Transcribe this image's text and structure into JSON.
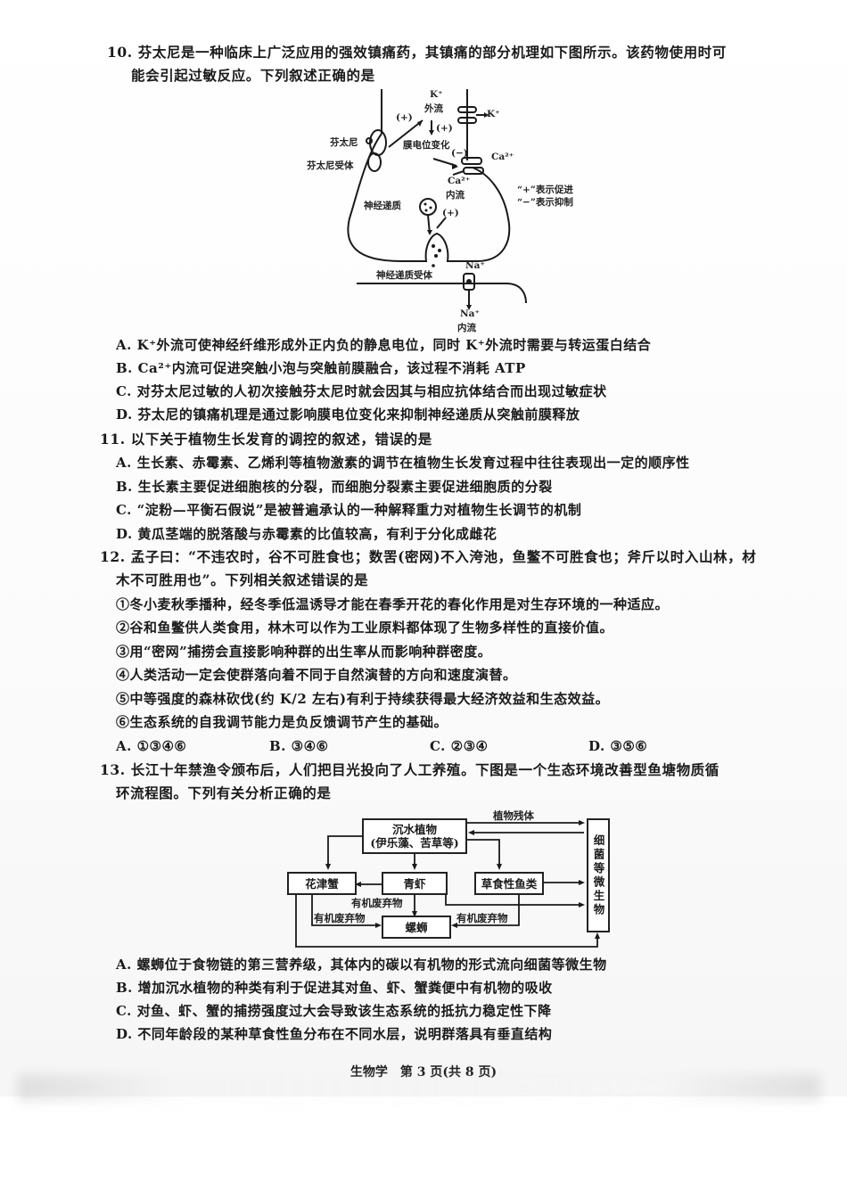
{
  "q10": {
    "stem_line1": "10. 芬太尼是一种临床上广泛应用的强效镇痛药，其镇痛的部分机理如下图所示。该药物使用时可",
    "stem_line2": "能会引起过敏反应。下列叙述正确的是",
    "diagram": {
      "k_top": "K⁺",
      "k_out_flow": "外流",
      "k_right": "K⁺",
      "plus_1": "(+)",
      "plus_2": "(+)",
      "minus_1": "(−)",
      "fentanyl": "芬太尼",
      "fentanyl_receptor": "芬太尼受体",
      "membrane_potential_change": "膜电位变化",
      "ca_right": "Ca²⁺",
      "ca_in_label": "Ca²⁺",
      "ca_in_flow": "内流",
      "neurotransmitter": "神经递质",
      "plus_3": "(+)",
      "legend_plus": "“+”表示促进",
      "legend_minus": "“−”表示抑制",
      "nt_receptor": "神经递质受体",
      "na_top": "Na⁺",
      "na_bottom": "Na⁺",
      "na_in_flow": "内流"
    },
    "options": {
      "A": "A. K⁺外流可使神经纤维形成外正内负的静息电位，同时 K⁺外流时需要与转运蛋白结合",
      "B": "B. Ca²⁺内流可促进突触小泡与突触前膜融合，该过程不消耗 ATP",
      "C": "C. 对芬太尼过敏的人初次接触芬太尼时就会因其与相应抗体结合而出现过敏症状",
      "D": "D. 芬太尼的镇痛机理是通过影响膜电位变化来抑制神经递质从突触前膜释放"
    }
  },
  "q11": {
    "stem": "11. 以下关于植物生长发育的调控的叙述，错误的是",
    "options": {
      "A": "A. 生长素、赤霉素、乙烯利等植物激素的调节在植物生长发育过程中往往表现出一定的顺序性",
      "B": "B. 生长素主要促进细胞核的分裂，而细胞分裂素主要促进细胞质的分裂",
      "C": "C. “淀粉—平衡石假说”是被普遍承认的一种解释重力对植物生长调节的机制",
      "D": "D. 黄瓜茎端的脱落酸与赤霉素的比值较高，有利于分化成雌花"
    }
  },
  "q12": {
    "stem_line1": "12. 孟子曰：“不违农时，谷不可胜食也；数罟(密网)不入洿池，鱼鳖不可胜食也；斧斤以时入山林，材",
    "stem_line2": "木不可胜用也”。下列相关叙述错误的是",
    "statements": [
      "①冬小麦秋季播种，经冬季低温诱导才能在春季开花的春化作用是对生存环境的一种适应。",
      "②谷和鱼鳖供人类食用，林木可以作为工业原料都体现了生物多样性的直接价值。",
      "③用“密网”捕捞会直接影响种群的出生率从而影响种群密度。",
      "④人类活动一定会使群落向着不同于自然演替的方向和速度演替。",
      "⑤中等强度的森林砍伐(约 K/2 左右)有利于持续获得最大经济效益和生态效益。",
      "⑥生态系统的自我调节能力是负反馈调节产生的基础。"
    ],
    "options": {
      "A": "A. ①③④⑥",
      "B": "B. ③④⑥",
      "C": "C. ②③④",
      "D": "D. ③⑤⑥"
    }
  },
  "q13": {
    "stem_line1": "13. 长江十年禁渔令颁布后，人们把目光投向了人工养殖。下图是一个生态环境改善型鱼塘物质循",
    "stem_line2": "环流程图。下列有关分析正确的是",
    "diagram": {
      "plant_residue": "植物残体",
      "submerged_plants_line1": "沉水植物",
      "submerged_plants_line2": "(伊乐藻、苦草等)",
      "crab": "花津蟹",
      "shrimp": "青虾",
      "herbivorous_fish": "草食性鱼类",
      "microbes": "细菌等微生物",
      "organic_waste_1": "有机废弃物",
      "organic_waste_2": "有机废弃物",
      "organic_waste_3": "有机废弃物",
      "snail": "螺蛳"
    },
    "options": {
      "A": "A. 螺蛳位于食物链的第三营养级，其体内的碳以有机物的形式流向细菌等微生物",
      "B": "B. 增加沉水植物的种类有利于促进其对鱼、虾、蟹粪便中有机物的吸收",
      "C": "C. 对鱼、虾、蟹的捕捞强度过大会导致该生态系统的抵抗力稳定性下降",
      "D": "D. 不同年龄段的某种草食性鱼分布在不同水层，说明群落具有垂直结构"
    }
  },
  "footer": {
    "text": "生物学　第 3 页(共 8 页)"
  }
}
